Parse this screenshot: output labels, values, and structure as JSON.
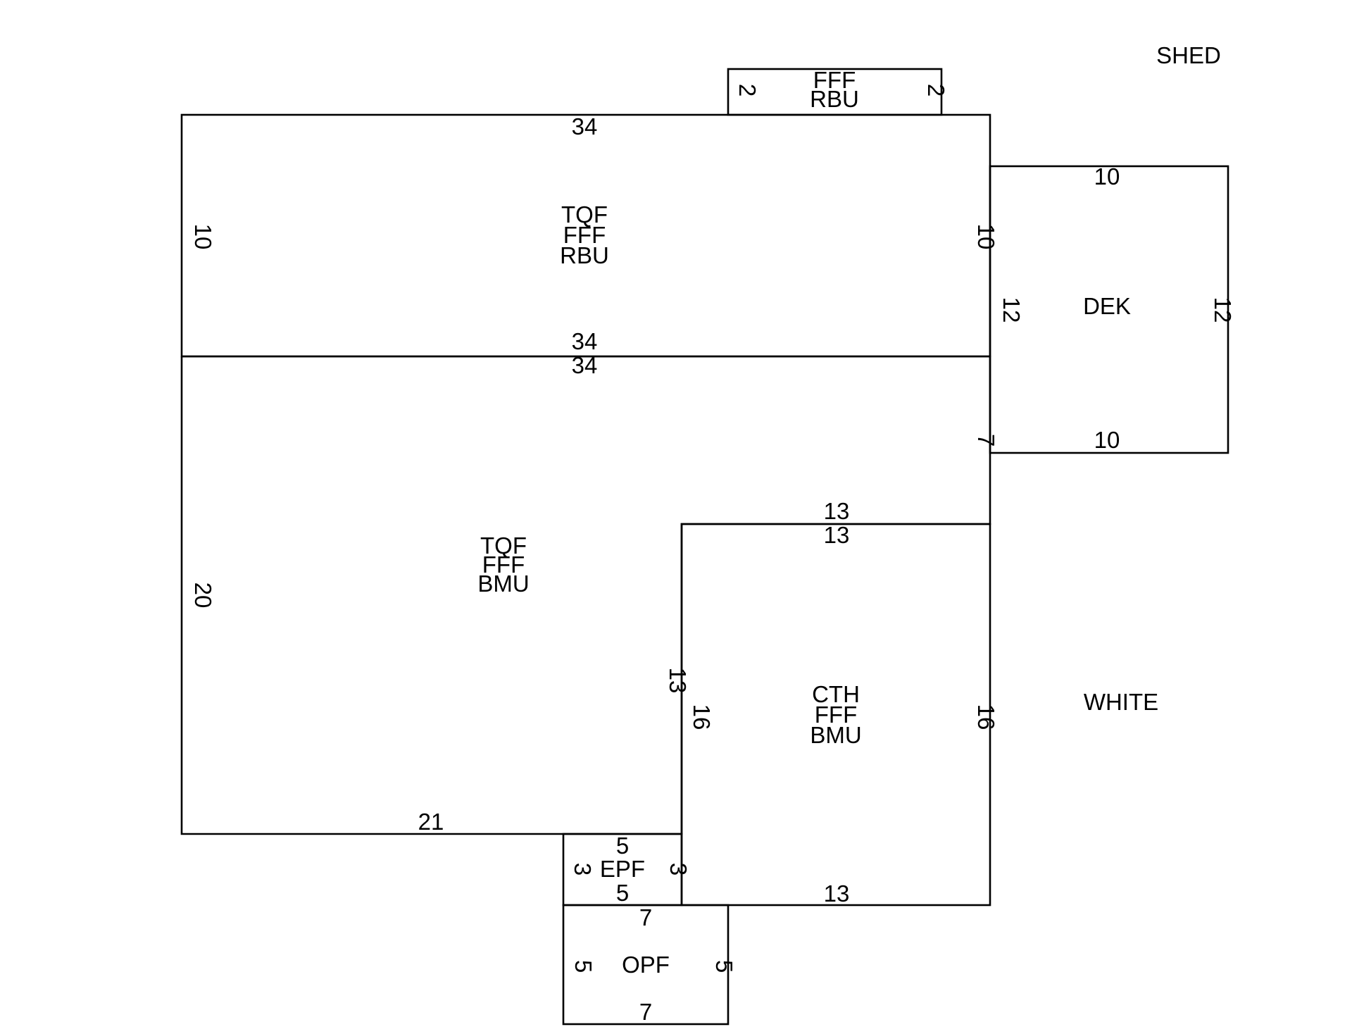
{
  "labels": {
    "shed": "SHED",
    "white": "WHITE",
    "rbu_area": {
      "line1": "TQF",
      "line2": "FFF",
      "line3": "RBU"
    },
    "bmu_area": {
      "line1": "TQF",
      "line2": "FFF",
      "line3": "BMU"
    },
    "cth_area": {
      "line1": "CTH",
      "line2": "FFF",
      "line3": "BMU"
    },
    "bay_area": {
      "line1": "FFF",
      "line2": "RBU"
    },
    "dek_area": "DEK",
    "epf_area": "EPF",
    "opf_area": "OPF"
  },
  "dimensions": {
    "bay_left": "2",
    "bay_right": "2",
    "rbu_top": "34",
    "rbu_left": "10",
    "rbu_right": "10",
    "rbu_bottom": "34",
    "dek_top": "10",
    "dek_left": "12",
    "dek_right": "12",
    "dek_bottom": "10",
    "bmu_top": "34",
    "bmu_left": "20",
    "bmu_right": "7",
    "bmu_inner": "13",
    "bmu_bottom": "21",
    "cth_top_outer": "13",
    "cth_top": "13",
    "cth_left": "16",
    "cth_right": "16",
    "cth_bottom": "13",
    "epf_top": "5",
    "epf_left": "3",
    "epf_right": "3",
    "epf_bottom": "5",
    "opf_top": "7",
    "opf_left": "5",
    "opf_right": "5",
    "opf_bottom": "7"
  },
  "colors": {
    "line": "#000000",
    "background": "#ffffff"
  }
}
